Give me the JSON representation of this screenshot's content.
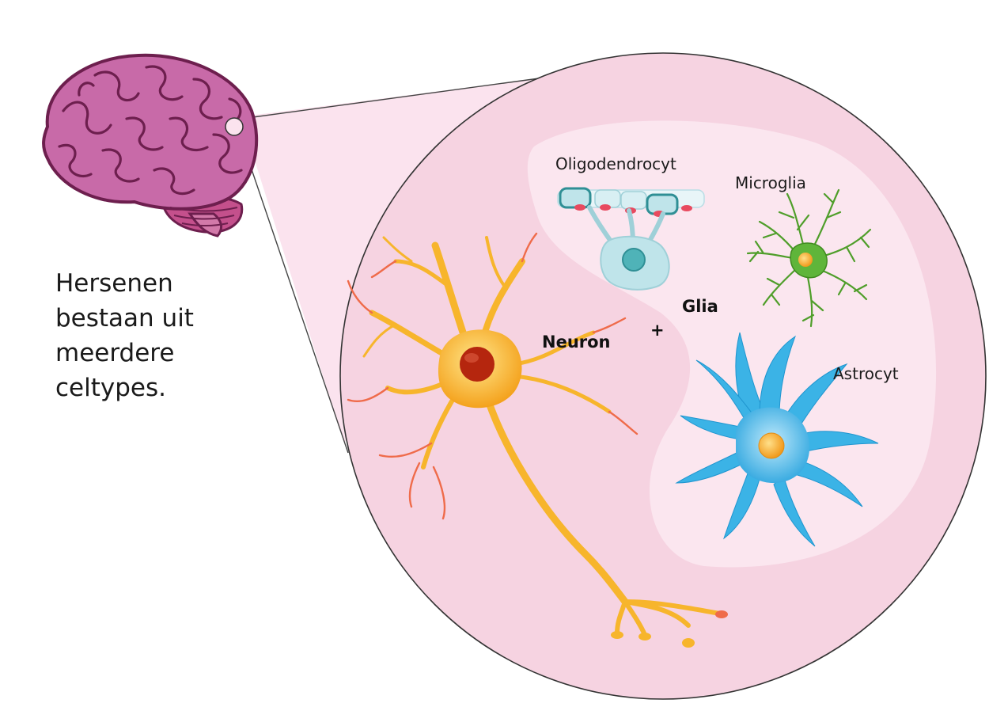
{
  "caption": {
    "lines": [
      "Hersenen",
      "bestaan uit",
      "meerdere",
      "celtypes."
    ]
  },
  "labels": {
    "oligodendrocyte": "Oligodendrocyt",
    "microglia": "Microglia",
    "glia": "Glia",
    "plus": "+",
    "neuron": "Neuron",
    "astrocyte": "Astrocyt"
  },
  "colors": {
    "circle_fill": "#f6d3e1",
    "glia_region": "#fbe6ef",
    "brain": "#c86aa8",
    "brain_dark": "#6d1f4e",
    "neuron": "#f7b52c",
    "neuron_nucleus": "#b5260e",
    "microglia": "#4f9e2a",
    "astrocyte": "#3bb3e6",
    "oligodendrocyte": "#bfe4ea"
  }
}
